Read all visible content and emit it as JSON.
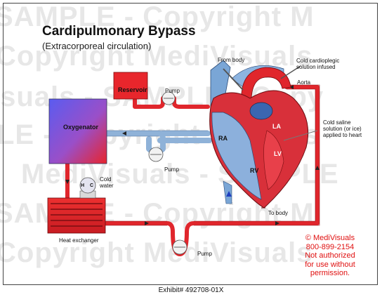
{
  "title": "Cardipulmonary Bypass",
  "subtitle": "(Extracorporeal circulation)",
  "labels": {
    "reservoir": "Reservoir",
    "oxygenator": "Oxygenator",
    "pump_top": "Pump",
    "pump_middle": "Pump",
    "pump_bottom": "Pump",
    "heat_exchanger": "Heat exchanger",
    "cold_water_line1": "Cold",
    "cold_water_line2": "water",
    "hot_h": "H",
    "cold_c": "C",
    "from_body": "From body",
    "cold_cardioplegic_line1": "Cold cardioplegic",
    "cold_cardioplegic_line2": "solution infused",
    "aorta": "Aorta",
    "cold_saline_line1": "Cold saline",
    "cold_saline_line2": "solution (or ice)",
    "cold_saline_line3": "applied to heart",
    "ra": "RA",
    "la": "LA",
    "lv": "LV",
    "rv": "RV",
    "to_body": "To body"
  },
  "copyright": {
    "line1": "© MediVisuals",
    "line2": "800-899-2154",
    "line3": "Not authorized",
    "line4": "for use without",
    "line5": "permission."
  },
  "exhibit": "Exhibit# 492708-01X",
  "watermark": {
    "row1": "SAMPLE - Copyright M",
    "row2": "Copyright MediVisuals",
    "row3": "isuals - SAMPLE - Copy",
    "row4": "LE - Copyright MediVis",
    "row5": "MediVisuals - SAMPLE",
    "row6": "SAMPLE - Copyright M",
    "row7": "Copyright MediVisuals"
  },
  "colors": {
    "arterial_red": "#e0262c",
    "venous_blue": "#8fb2d8",
    "oxygenator_blue": "#6a5ee8",
    "copyright_red": "#e01010"
  }
}
